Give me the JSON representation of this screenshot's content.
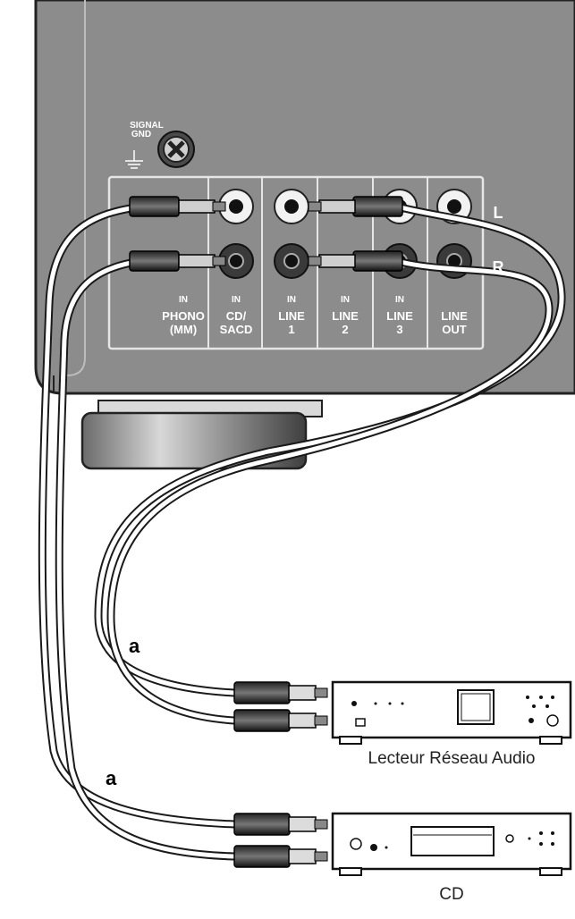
{
  "panel": {
    "ground_label_1": "SIGNAL",
    "ground_label_2": "GND",
    "channel_left": "L",
    "channel_right": "R",
    "inputs": [
      {
        "tag": "IN",
        "line1": "PHONO",
        "line2": "(MM)"
      },
      {
        "tag": "IN",
        "line1": "CD/",
        "line2": "SACD"
      },
      {
        "tag": "IN",
        "line1": "LINE",
        "line2": "1"
      },
      {
        "tag": "IN",
        "line1": "LINE",
        "line2": "2"
      },
      {
        "tag": "IN",
        "line1": "LINE",
        "line2": "3"
      },
      {
        "tag": "",
        "line1": "LINE",
        "line2": "OUT"
      }
    ]
  },
  "cables": {
    "cable_a_upper": "a",
    "cable_a_lower": "a"
  },
  "devices": {
    "network_player": "Lecteur Réseau Audio",
    "cd_player": "CD"
  }
}
